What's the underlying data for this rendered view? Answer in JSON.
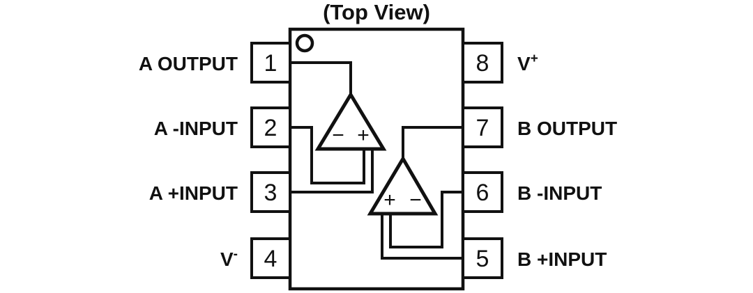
{
  "diagram": {
    "title": "(Top View)",
    "type": "ic-pinout",
    "package": "8-pin dual op-amp",
    "amplifiers": [
      {
        "name": "A",
        "left_symbol": "−",
        "right_symbol": "+",
        "output_pin": 1,
        "inverting_pin": 2,
        "noninverting_pin": 3
      },
      {
        "name": "B",
        "left_symbol": "+",
        "right_symbol": "−",
        "output_pin": 7,
        "inverting_pin": 6,
        "noninverting_pin": 5
      }
    ],
    "pins_left": [
      {
        "number": "1",
        "label": "A OUTPUT",
        "sup": ""
      },
      {
        "number": "2",
        "label": "A -INPUT",
        "sup": ""
      },
      {
        "number": "3",
        "label": "A +INPUT",
        "sup": ""
      },
      {
        "number": "4",
        "label": "V",
        "sup": "-"
      }
    ],
    "pins_right": [
      {
        "number": "8",
        "label": "V",
        "sup": "+"
      },
      {
        "number": "7",
        "label": "B OUTPUT",
        "sup": ""
      },
      {
        "number": "6",
        "label": "B -INPUT",
        "sup": ""
      },
      {
        "number": "5",
        "label": "B +INPUT",
        "sup": ""
      }
    ],
    "colors": {
      "ink": "#111111",
      "background": "#ffffff"
    }
  }
}
